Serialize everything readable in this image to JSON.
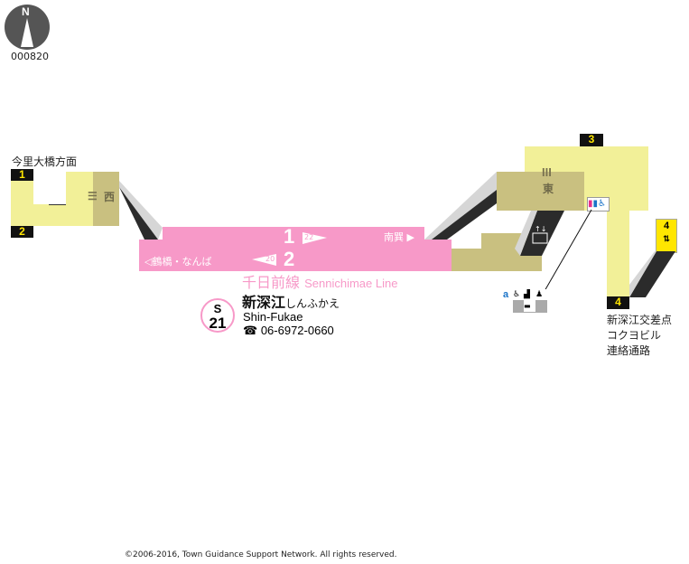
{
  "map_code": "000820",
  "compass": {
    "label": "N"
  },
  "west": {
    "direction": "今里大橋方面",
    "kanji": "西",
    "exits": [
      "1",
      "2"
    ]
  },
  "east": {
    "kanji": "東",
    "exits": [
      "3",
      "4"
    ],
    "exit4_note": [
      "新深江交差点",
      "コクヨビル",
      "連絡通路"
    ],
    "elevator_exit": "4"
  },
  "platform": {
    "track1": {
      "number": "1",
      "car": "22",
      "direction": "南巽"
    },
    "track2": {
      "number": "2",
      "car": "20",
      "direction": "鶴橋・なんば"
    }
  },
  "line": {
    "name_ja": "千日前線",
    "name_en": "Sennichimae Line",
    "color": "#f799c8"
  },
  "station": {
    "code_letter": "S",
    "code_number": "21",
    "name_ja": "新深江",
    "name_kana": "しんふかえ",
    "name_en": "Shin-Fukae",
    "phone": "06-6972-0660"
  },
  "facility": {
    "label": "a"
  },
  "footer": "©2006-2016, Town Guidance Support Network. All rights reserved."
}
